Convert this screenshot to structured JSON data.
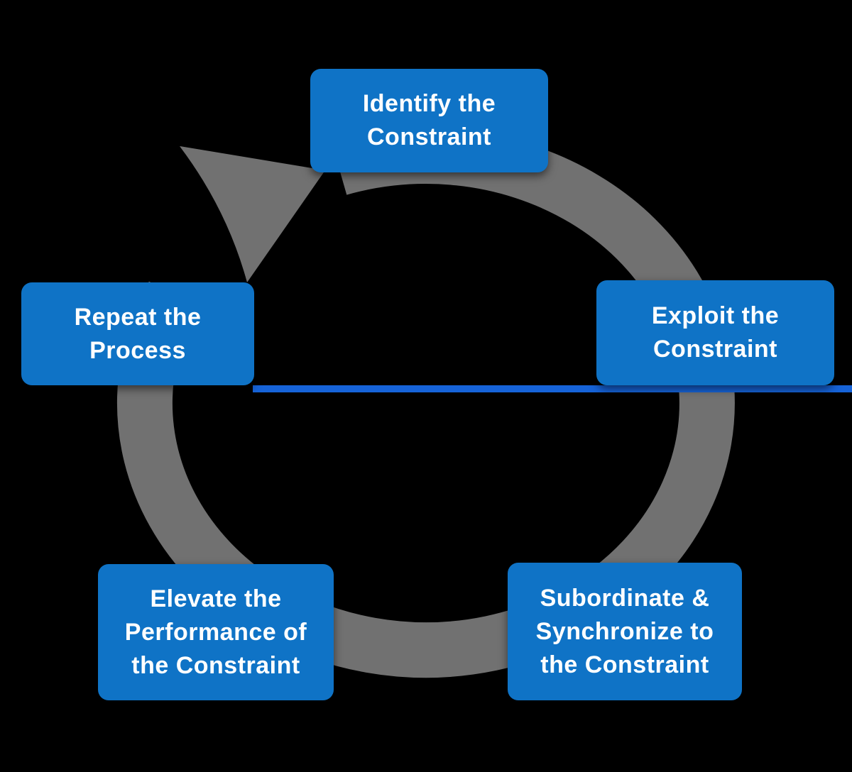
{
  "diagram": {
    "name": "constraint-management-cycle",
    "steps": [
      {
        "id": "identify",
        "label": "Identify the Constraint",
        "lines": [
          "Identify the",
          "Constraint"
        ]
      },
      {
        "id": "exploit",
        "label": "Exploit the Constraint",
        "lines": [
          "Exploit the",
          "Constraint"
        ]
      },
      {
        "id": "subordinate",
        "label": "Subordinate & Synchronize to the Constraint",
        "lines": [
          "Subordinate &",
          "Synchronize to",
          "the Constraint"
        ]
      },
      {
        "id": "elevate",
        "label": "Elevate the Performance of the Constraint",
        "lines": [
          "Elevate the",
          "Performance of",
          "the Constraint"
        ]
      },
      {
        "id": "repeat",
        "label": "Repeat the Process",
        "lines": [
          "Repeat the",
          "Process"
        ]
      }
    ]
  },
  "colors": {
    "background": "#000000",
    "box_blue": "#0f73c6",
    "ring_gray": "#717171",
    "accent_line_blue": "#1663d8",
    "text_white": "#ffffff"
  }
}
